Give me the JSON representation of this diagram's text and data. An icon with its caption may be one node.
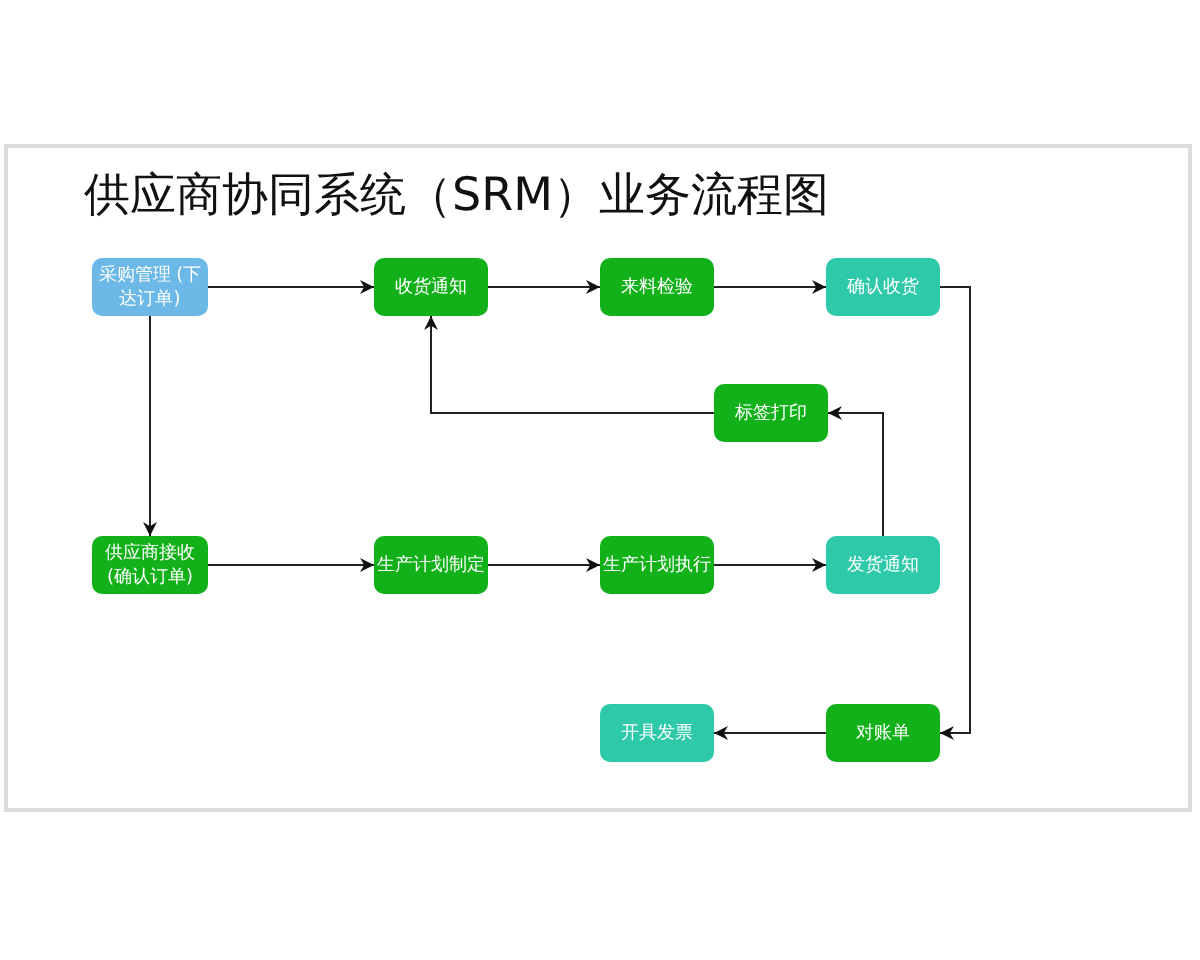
{
  "diagram": {
    "title": "供应商协同系统（SRM）业务流程图",
    "nodes": [
      {
        "text": [
          "采购管理 (下达订单)"
        ]
      },
      {
        "text": [
          "收货通知"
        ]
      },
      {
        "text": [
          "来料检验"
        ]
      },
      {
        "text": [
          "确认收货"
        ]
      },
      {
        "text": [
          "标签打印"
        ]
      },
      {
        "text": [
          "供应商接收 (确认订单)"
        ]
      },
      {
        "text": [
          "生产计划制定"
        ]
      },
      {
        "text": [
          "生产计划执行"
        ]
      },
      {
        "text": [
          "发货通知"
        ]
      },
      {
        "text": [
          "开具发票"
        ]
      },
      {
        "text": [
          "对账单"
        ]
      }
    ],
    "edges": [
      {
        "from": 0,
        "to": 1,
        "arrow": "to"
      },
      {
        "from": 1,
        "to": 2,
        "arrow": "to"
      },
      {
        "from": 2,
        "to": 3,
        "arrow": "to"
      },
      {
        "from": 3,
        "to": 10,
        "arrow": "to"
      },
      {
        "from": 0,
        "to": 5,
        "arrow": "to"
      },
      {
        "from": 5,
        "to": 6,
        "arrow": "to"
      },
      {
        "from": 6,
        "to": 7,
        "arrow": "to"
      },
      {
        "from": 7,
        "to": 8,
        "arrow": "to"
      },
      {
        "from": 8,
        "to": 4,
        "arrow": "to"
      },
      {
        "from": 4,
        "to": 1,
        "arrow": "to"
      },
      {
        "from": 10,
        "to": 9,
        "arrow": "to"
      }
    ]
  }
}
